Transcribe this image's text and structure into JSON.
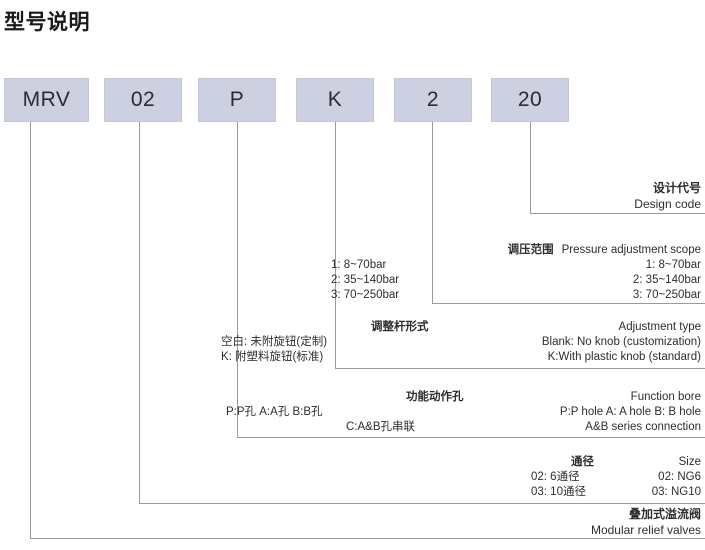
{
  "page_title": "型号说明",
  "colors": {
    "box_fill": "#ccd0e0",
    "box_border": "#c3c7d8",
    "leader_line": "#9a9a9a",
    "text": "#2e2e2e"
  },
  "code_boxes": [
    {
      "name": "series",
      "value": "MRV"
    },
    {
      "name": "size",
      "value": "02"
    },
    {
      "name": "function-bore",
      "value": "P"
    },
    {
      "name": "adjustment-type",
      "value": "K"
    },
    {
      "name": "pressure-scope",
      "value": "2"
    },
    {
      "name": "design-code",
      "value": "20"
    }
  ],
  "annotations": {
    "design_code": {
      "cn_title": "设计代号",
      "en_title": "Design code"
    },
    "pressure_scope": {
      "cn_title": "调压范围",
      "en_title": "Pressure adjustment scope",
      "rows": [
        {
          "cn": "1: 8~70bar",
          "en": "1: 8~70bar"
        },
        {
          "cn": "2: 35~140bar",
          "en": "2: 35~140bar"
        },
        {
          "cn": "3: 70~250bar",
          "en": "3: 70~250bar"
        }
      ]
    },
    "adjustment_type": {
      "cn_title": "调整杆形式",
      "en_title": "Adjustment type",
      "rows": [
        {
          "cn": "空白: 未附旋钮(定制)",
          "en": "Blank: No knob (customization)"
        },
        {
          "cn": "K: 附塑料旋钮(标准)",
          "en": "K:With plastic knob (standard)"
        }
      ]
    },
    "function_bore": {
      "cn_title": "功能动作孔",
      "en_title": "Function bore",
      "rows": [
        {
          "cn": "P:P孔  A:A孔  B:B孔",
          "en": "P:P hole   A: A hole   B: B hole"
        },
        {
          "cn": "C:A&B孔串联",
          "en": "A&B series connection"
        }
      ]
    },
    "size": {
      "cn_title": "通径",
      "en_title": "Size",
      "rows": [
        {
          "cn": "02: 6通径",
          "en": "02: NG6"
        },
        {
          "cn": "03: 10通径",
          "en": "03: NG10"
        }
      ]
    },
    "product": {
      "cn_title": "叠加式溢流阀",
      "en_title": "Modular relief valves"
    }
  }
}
